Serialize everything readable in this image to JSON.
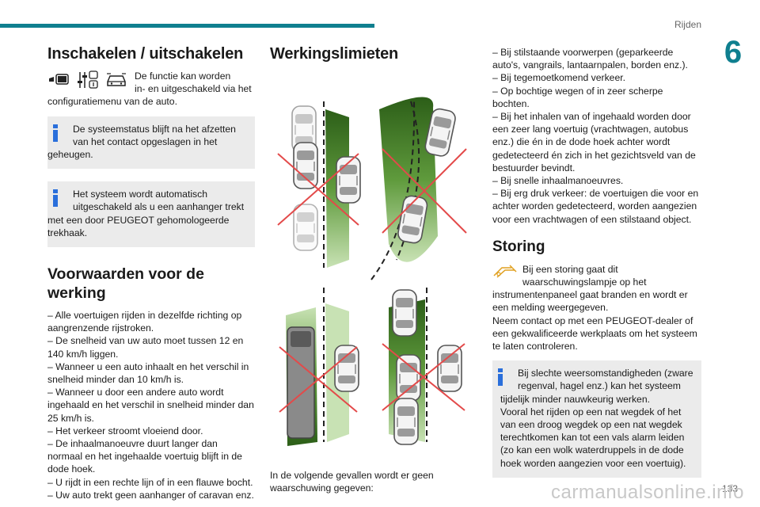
{
  "header": {
    "section": "Rijden",
    "chapter": "6",
    "page_number": "133"
  },
  "watermark": "carmanualsonline.info",
  "col1": {
    "title": "Inschakelen / uitschakelen",
    "icon_text_line1": "De functie kan worden",
    "icon_text_line2": "in- en uitgeschakeld via het",
    "icon_text_line3": "configuratiemenu van de auto.",
    "info1_line1": "De systeemstatus blijft na het afzetten",
    "info1_line2": "van het contact opgeslagen in het",
    "info1_line3": "geheugen.",
    "info2_line1": "Het systeem wordt automatisch",
    "info2_line2": "uitgeschakeld als u een aanhanger trekt",
    "info2_line3": "met een door PEUGEOT gehomologeerde",
    "info2_line4": "trekhaak.",
    "conditions_title": "Voorwaarden voor de werking",
    "conditions": [
      "–  Alle voertuigen rijden in dezelfde richting op aangrenzende rijstroken.",
      "–  De snelheid van uw auto moet tussen 12 en 140 km/h liggen.",
      "–  Wanneer u een auto inhaalt en het verschil in snelheid minder dan 10 km/h is.",
      "–  Wanneer u door een andere auto wordt ingehaald en het verschil in snelheid minder dan 25 km/h is.",
      "–  Het verkeer stroomt vloeiend door.",
      "–  De inhaalmanoeuvre duurt langer dan normaal en het ingehaalde voertuig blijft in de dode hoek.",
      "–  U rijdt in een rechte lijn of in een flauwe bocht.",
      "–  Uw auto trekt geen aanhanger of caravan enz."
    ]
  },
  "col2": {
    "title": "Werkingslimieten",
    "caption": "In de volgende gevallen wordt er geen waarschuwing gegeven:"
  },
  "col3": {
    "limits": [
      "–  Bij stilstaande voorwerpen (geparkeerde auto's, vangrails, lantaarnpalen, borden enz.).",
      "–  Bij tegemoetkomend verkeer.",
      "–  Op bochtige wegen of in zeer scherpe bochten.",
      "–  Bij het inhalen van of ingehaald worden door een zeer lang voertuig (vrachtwagen, autobus enz.) die én in de dode hoek achter wordt gedetecteerd én zich in het gezichtsveld van de bestuurder bevindt.",
      "–  Bij snelle inhaalmanoeuvres.",
      "–  Bij erg druk verkeer: de voertuigen die voor en achter worden gedetecteerd, worden aangezien voor een vrachtwagen of een stilstaand object."
    ],
    "fault_title": "Storing",
    "fault_line1": "Bij een storing gaat dit",
    "fault_line2": "waarschuwingslampje op het",
    "fault_rest": "instrumentenpaneel gaat branden en wordt er een melding weergegeven.",
    "fault_contact": "Neem contact op met een PEUGEOT-dealer of een gekwalificeerde werkplaats om het systeem te laten controleren.",
    "info_line1": "Bij slechte weersomstandigheden (zware",
    "info_line2": "regenval, hagel enz.) kan het systeem",
    "info_rest": "tijdelijk minder nauwkeurig werken.",
    "info_extra": "Vooral het rijden op een nat wegdek of het van een droog wegdek op een nat wegdek terechtkomen kan tot een vals alarm leiden (zo kan een wolk waterdruppels in de dode hoek worden aangezien voor een voertuig)."
  }
}
